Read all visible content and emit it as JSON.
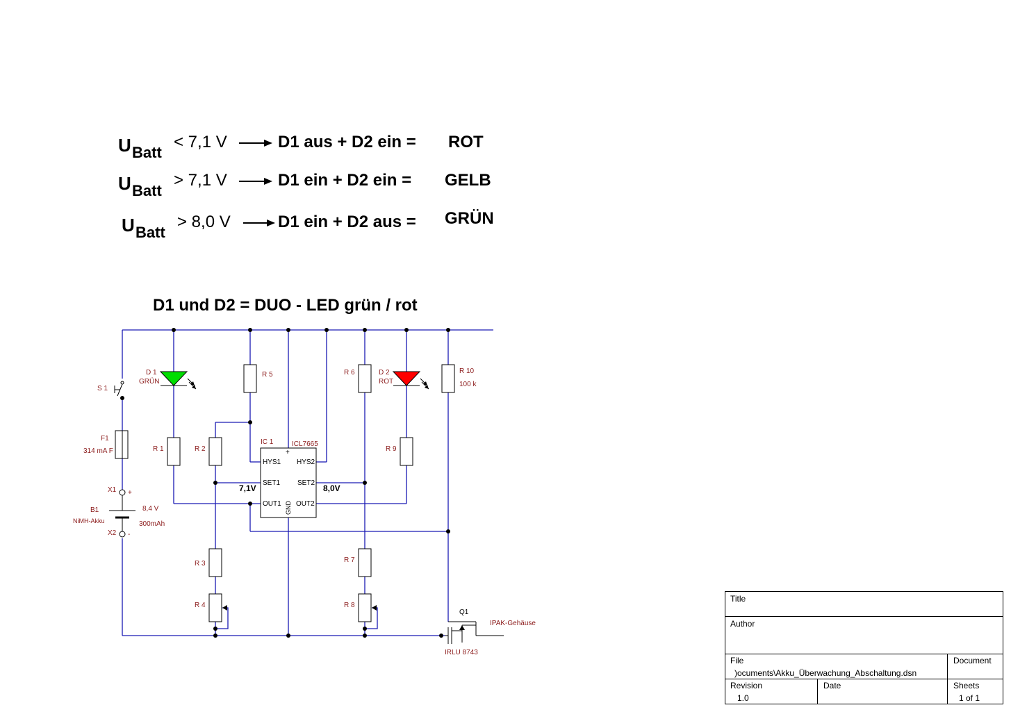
{
  "equations": [
    {
      "u": "U",
      "sub": "Batt",
      "cond": "< 7,1 V",
      "result": "D1 aus + D2 ein =",
      "color_word": "ROT",
      "color": "#ff0000"
    },
    {
      "u": "U",
      "sub": "Batt",
      "cond": "> 7,1 V",
      "result": "D1 ein  + D2 ein =",
      "color_word": "GELB",
      "color": "#ffff00"
    },
    {
      "u": "U",
      "sub": "Batt",
      "cond": "> 8,0 V",
      "result": "D1 ein  + D2 aus =",
      "color_word": "GRÜN",
      "color": "#00ff00"
    }
  ],
  "heading": "D1 und D2 = DUO - LED grün / rot",
  "components": {
    "s1": "S 1",
    "f1": "F1",
    "f1_value": "314 mA F",
    "x1": "X1",
    "x1_sign": "+",
    "b1": "B1",
    "b1_type": "NiMH-Akku",
    "b1_voltage": "8,4 V",
    "b1_capacity": "300mAh",
    "x2": "X2",
    "x2_sign": "-",
    "d1": "D 1",
    "d1_color": "GRÜN",
    "d2": "D 2",
    "d2_color": "ROT",
    "r1": "R 1",
    "r2": "R 2",
    "r3": "R 3",
    "r4": "R 4",
    "r5": "R 5",
    "r6": "R 6",
    "r7": "R 7",
    "r8": "R 8",
    "r9": "R 9",
    "r10": "R 10",
    "r10_value": "100 k",
    "ic1": "IC 1",
    "ic1_type": "ICL7665",
    "ic_plus": "+",
    "pins": {
      "hys1": "HYS1",
      "set1": "SET1",
      "out1": "OUT1",
      "hys2": "HYS2",
      "set2": "SET2",
      "out2": "OUT2",
      "gnd": "GND"
    },
    "set1_voltage": "7,1V",
    "set2_voltage": "8,0V",
    "q1": "Q1",
    "q1_package": "IPAK-Gehäuse",
    "q1_type": "IRLU 8743"
  },
  "led_colors": {
    "d1": "#00dd00",
    "d2": "#ff0000"
  },
  "title_block": {
    "title_label": "Title",
    "author_label": "Author",
    "file_label": "File",
    "file_value": ")ocuments\\Akku_Überwachung_Abschaltung.dsn",
    "document_label": "Document",
    "revision_label": "Revision",
    "revision_value": "1.0",
    "date_label": "Date",
    "sheets_label": "Sheets",
    "sheets_value": "1 of 1"
  }
}
